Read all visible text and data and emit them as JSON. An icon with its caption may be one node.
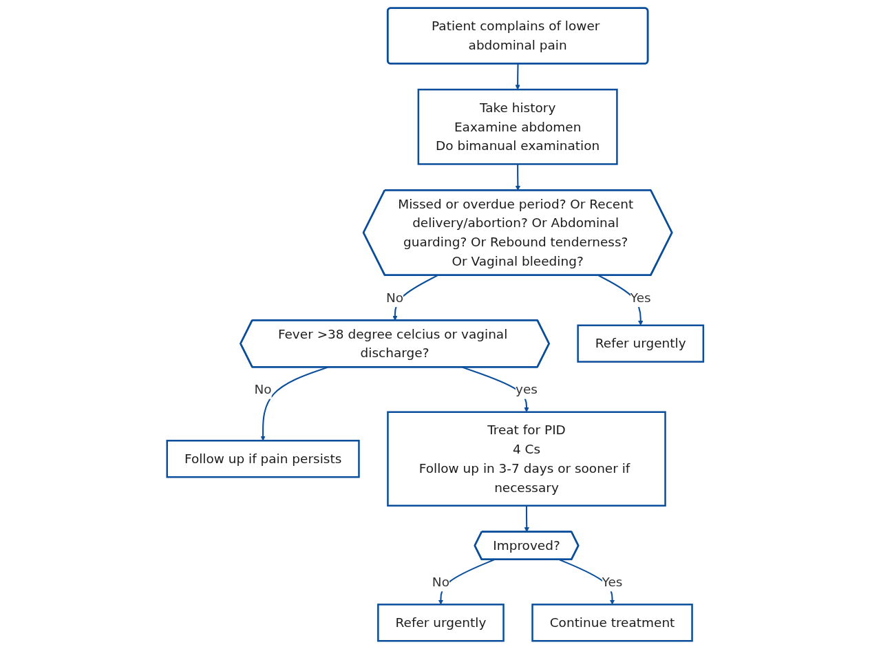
{
  "diagram": {
    "nodes": [
      {
        "text": [
          "Patient complains of lower abdominal pain"
        ]
      },
      {
        "text": [
          "Take history",
          "Eaxamine abdomen",
          "Do bimanual examination"
        ]
      },
      {
        "text": [
          "Missed or overdue period? Or Recent delivery/abortion? Or Abdominal guarding? Or Rebound tenderness? Or Vaginal bleeding?"
        ]
      },
      {
        "text": [
          "Fever >38 degree celcius or vaginal discharge?"
        ]
      },
      {
        "text": [
          "Follow up if pain persists"
        ]
      },
      {
        "text": [
          "Refer urgently"
        ]
      },
      {
        "text": [
          "Treat for PID",
          "4 Cs",
          "Follow up in 3-7 days or sooner if necessary"
        ]
      },
      {
        "text": [
          "Improved?"
        ]
      },
      {
        "text": [
          "Refer urgently"
        ]
      },
      {
        "text": [
          "Continue treatment"
        ]
      }
    ],
    "edges": [
      {
        "from": 0,
        "to": 1,
        "arrow": "to"
      },
      {
        "from": 1,
        "to": 2,
        "arrow": "to"
      },
      {
        "from": 2,
        "to": 3,
        "label": "No",
        "arrow": "to"
      },
      {
        "from": 3,
        "to": 4,
        "label": "No",
        "arrow": "to"
      },
      {
        "from": 2,
        "to": 5,
        "label": "Yes",
        "arrow": "to"
      },
      {
        "from": 3,
        "to": 6,
        "label": "yes",
        "arrow": "to"
      },
      {
        "from": 6,
        "to": 7,
        "arrow": "to"
      },
      {
        "from": 7,
        "to": 8,
        "label": "No",
        "arrow": "to"
      },
      {
        "from": 7,
        "to": 9,
        "label": "Yes",
        "arrow": "to"
      }
    ]
  }
}
